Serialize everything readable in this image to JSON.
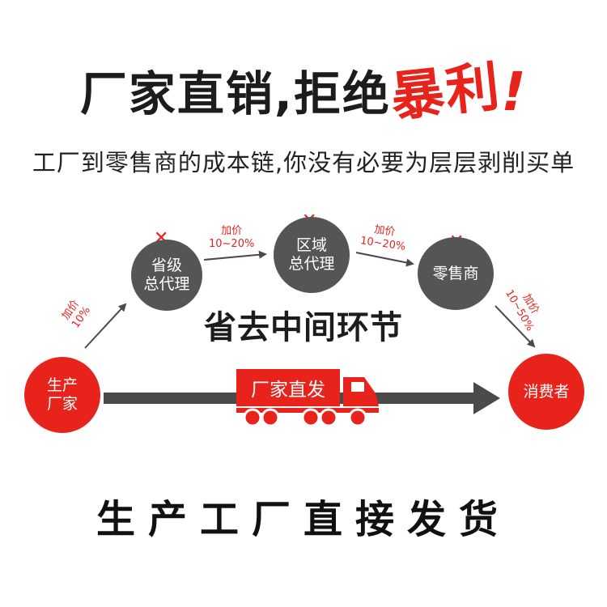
{
  "headline": {
    "dark_part": "厂家直销,拒绝",
    "red_part": "暴利",
    "exclaim": "!"
  },
  "subline": "工厂到零售商的成本链,你没有必要为层层剥削买单",
  "nodes": {
    "producer": [
      "生产",
      "厂家"
    ],
    "province": [
      "省级",
      "总代理"
    ],
    "region": [
      "区域",
      "总代理"
    ],
    "retailer": "零售商",
    "consumer": "消费者"
  },
  "price_labels": {
    "p1": [
      "加价",
      "10%"
    ],
    "p2": [
      "加价",
      "10~20%"
    ],
    "p3": [
      "加价",
      "10~20%"
    ],
    "p4": [
      "加价",
      "10~50%"
    ]
  },
  "x_mark": "✕",
  "middle_text": "省去中间环节",
  "truck_label": "厂家直发",
  "bottom_text": "生产工厂直接发货",
  "colors": {
    "accent": "#e8231c",
    "node_gray": "#555555",
    "arrow_gray": "#4a4a4a"
  }
}
